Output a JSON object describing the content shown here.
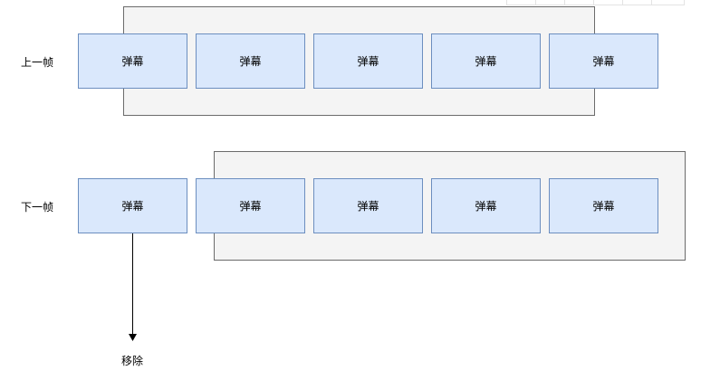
{
  "rows": [
    {
      "label": "上一帧",
      "items": [
        "弹幕",
        "弹幕",
        "弹幕",
        "弹幕",
        "弹幕"
      ]
    },
    {
      "label": "下一帧",
      "items": [
        "弹幕",
        "弹幕",
        "弹幕",
        "弹幕",
        "弹幕"
      ]
    }
  ],
  "remove_label": "移除",
  "colors": {
    "box_fill": "#dae8fc",
    "box_stroke": "#6c8ebf",
    "panel_fill": "#f4f4f4",
    "panel_stroke": "#6b6b6b",
    "arrow": "#000000"
  }
}
